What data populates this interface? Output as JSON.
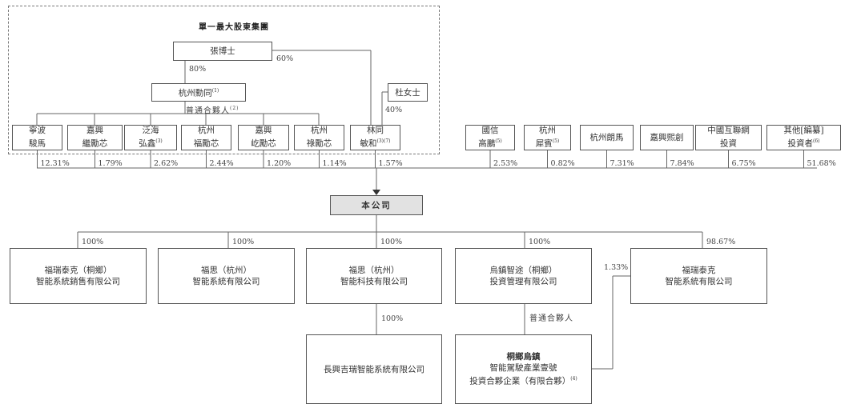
{
  "group": {
    "title": "單一最大股東集團"
  },
  "top": {
    "dr_zhang": "張博士",
    "hz_xuntong": {
      "name": "杭州勳同",
      "note": "(1)"
    },
    "ms_du": "杜女士",
    "gp_label": {
      "text": "普通合夥人",
      "note": "(2)"
    },
    "pct_zhang_xuntong": "80%",
    "pct_zhang_lin": "60%",
    "pct_du_lin": "40%"
  },
  "shareholders": [
    {
      "line1": "寧波",
      "line2": "駿馬",
      "note": "",
      "pct": "12.31%"
    },
    {
      "line1": "嘉興",
      "line2": "繼勵芯",
      "note": "",
      "pct": "1.79%"
    },
    {
      "line1": "泛海",
      "line2": "弘鑫",
      "note": "(3)",
      "pct": "2.62%"
    },
    {
      "line1": "杭州",
      "line2": "福勵芯",
      "note": "",
      "pct": "2.44%"
    },
    {
      "line1": "嘉興",
      "line2": "屹勵芯",
      "note": "",
      "pct": "1.20%"
    },
    {
      "line1": "杭州",
      "line2": "祿勵芯",
      "note": "",
      "pct": "1.14%"
    },
    {
      "line1": "林同",
      "line2": "敏和",
      "note": "(3)(7)",
      "pct": "1.57%"
    },
    {
      "line1": "國信",
      "line2": "高鵬",
      "note": "(5)",
      "pct": "2.53%"
    },
    {
      "line1": "杭州",
      "line2": "犀賓",
      "note": "(5)",
      "pct": "0.82%"
    },
    {
      "line1": "杭州朗馬",
      "line2": "",
      "note": "",
      "pct": "7.31%"
    },
    {
      "line1": "嘉興熙創",
      "line2": "",
      "note": "",
      "pct": "7.84%"
    },
    {
      "line1": "中國互聯網",
      "line2": "投資",
      "note": "",
      "pct": "6.75%"
    },
    {
      "line1": "其他[編纂]",
      "line2": "投資者",
      "note": "(6)",
      "pct": "51.68%"
    }
  ],
  "company": "本公司",
  "subsidiaries": [
    {
      "line1": "福瑞泰克（桐鄉）",
      "line2": "智能系統銷售有限公司",
      "pct": "100%"
    },
    {
      "line1": "福思（杭州）",
      "line2": "智能系統有限公司",
      "pct": "100%"
    },
    {
      "line1": "福思（杭州）",
      "line2": "智能科技有限公司",
      "pct": "100%"
    },
    {
      "line1": "烏鎮智途（桐鄉）",
      "line2": "投資管理有限公司",
      "pct": "100%"
    },
    {
      "line1": "福瑞泰克",
      "line2": "智能系統有限公司",
      "pct": "98.67%"
    }
  ],
  "second_level": {
    "changxing": {
      "name": "長興吉瑞智能系統有限公司",
      "pct": "100%"
    },
    "fund": {
      "line1": "桐鄉烏鎮",
      "line2": "智能駕駛產業壹號",
      "line3": "投資合夥企業（有限合夥）",
      "note": "(4)",
      "relation": "普通合夥人",
      "pct_to_frt": "1.33%"
    }
  }
}
